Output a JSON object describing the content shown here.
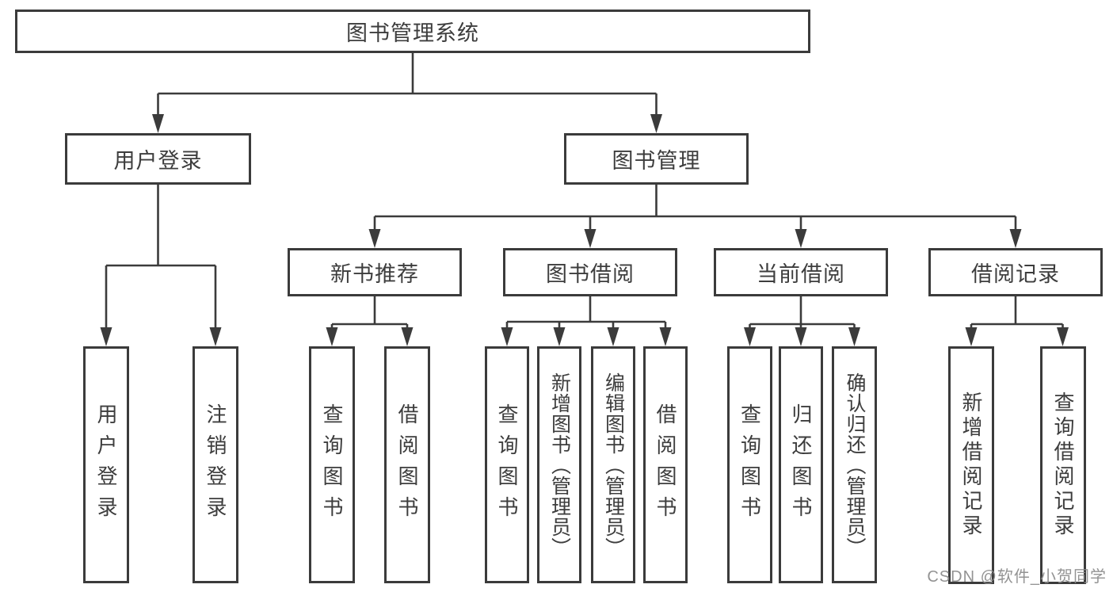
{
  "nodes": {
    "root": "图书管理系统",
    "user_login": "用户登录",
    "book_mgmt": "图书管理",
    "new_book_rec": "新书推荐",
    "book_borrow": "图书借阅",
    "current_borrow": "当前借阅",
    "borrow_records": "借阅记录",
    "leaf_user_login": "用户登录",
    "leaf_logout": "注销登录",
    "leaf_query_book_a": "查询图书",
    "leaf_borrow_book_a": "借阅图书",
    "leaf_query_book_b": "查询图书",
    "leaf_add_book_admin": "新增图书（管理员）",
    "leaf_edit_book_admin": "编辑图书（管理员）",
    "leaf_borrow_book_b": "借阅图书",
    "leaf_query_book_c": "查询图书",
    "leaf_return_book": "归还图书",
    "leaf_confirm_return_admin": "确认归还（管理员）",
    "leaf_add_borrow_record": "新增借阅记录",
    "leaf_query_borrow_record": "查询借阅记录"
  },
  "hierarchy": {
    "root": [
      "user_login",
      "book_mgmt"
    ],
    "user_login": [
      "leaf_user_login",
      "leaf_logout"
    ],
    "book_mgmt": [
      "new_book_rec",
      "book_borrow",
      "current_borrow",
      "borrow_records"
    ],
    "new_book_rec": [
      "leaf_query_book_a",
      "leaf_borrow_book_a"
    ],
    "book_borrow": [
      "leaf_query_book_b",
      "leaf_add_book_admin",
      "leaf_edit_book_admin",
      "leaf_borrow_book_b"
    ],
    "current_borrow": [
      "leaf_query_book_c",
      "leaf_return_book",
      "leaf_confirm_return_admin"
    ],
    "borrow_records": [
      "leaf_add_borrow_record",
      "leaf_query_borrow_record"
    ]
  },
  "watermark": "CSDN @软件_小贺同学",
  "colors": {
    "line": "#3b3b3b",
    "text": "#3d3d3d",
    "background": "#ffffff",
    "watermark": "#8a8a8a"
  }
}
